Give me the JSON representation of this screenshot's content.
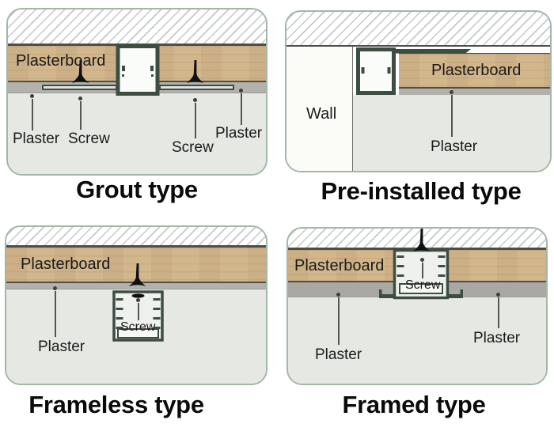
{
  "panels": [
    {
      "id": "grout",
      "title": "Grout type",
      "labels": {
        "plasterboard": "Plasterboard",
        "plaster_left": "Plaster",
        "screw_left": "Screw",
        "screw_right": "Screw",
        "plaster_right": "Plaster"
      }
    },
    {
      "id": "pre_installed",
      "title": "Pre-installed type",
      "labels": {
        "wall": "Wall",
        "plasterboard": "Plasterboard",
        "plaster": "Plaster"
      }
    },
    {
      "id": "frameless",
      "title": "Frameless type",
      "labels": {
        "plasterboard": "Plasterboard",
        "screw": "Screw",
        "plaster": "Plaster"
      }
    },
    {
      "id": "framed",
      "title": "Framed type",
      "labels": {
        "plasterboard": "Plasterboard",
        "screw": "Screw",
        "plaster_left": "Plaster",
        "plaster_right": "Plaster"
      }
    }
  ],
  "colors": {
    "profile_green": "#3d4d42",
    "plasterboard_tan": "#d2b68c",
    "plaster_gray": "#b3b1ae",
    "plaster_body": "#e6e8e3",
    "panel_border": "#a3b7a6",
    "screw_black": "#111111"
  }
}
